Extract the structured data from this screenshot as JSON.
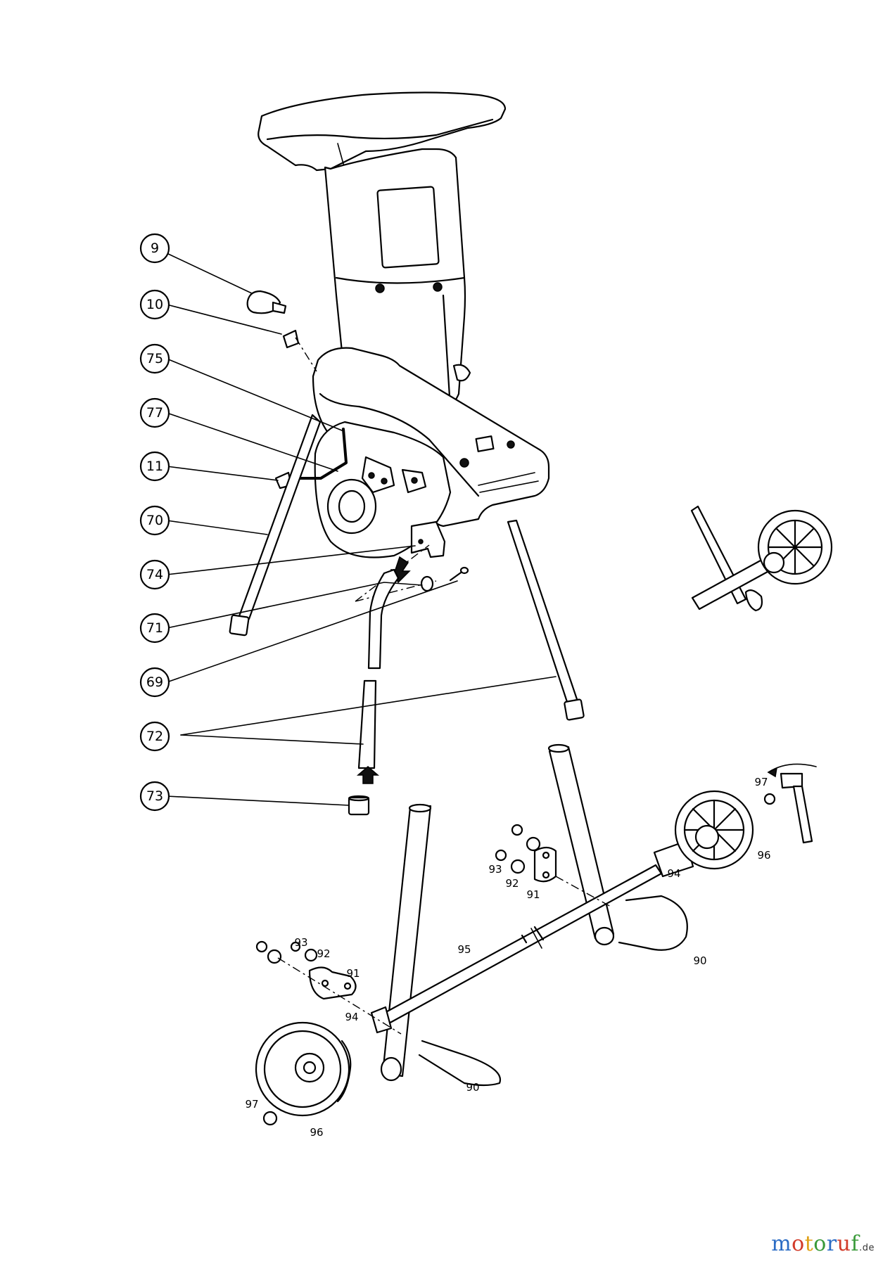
{
  "callouts": [
    {
      "id": "9",
      "label": "9"
    },
    {
      "id": "10",
      "label": "10"
    },
    {
      "id": "75",
      "label": "75"
    },
    {
      "id": "77",
      "label": "77"
    },
    {
      "id": "11",
      "label": "11"
    },
    {
      "id": "70",
      "label": "70"
    },
    {
      "id": "74",
      "label": "74"
    },
    {
      "id": "71",
      "label": "71"
    },
    {
      "id": "69",
      "label": "69"
    },
    {
      "id": "72",
      "label": "72"
    },
    {
      "id": "73",
      "label": "73"
    }
  ],
  "small_labels": {
    "right": {
      "l97": "97",
      "l96": "96",
      "l94": "94",
      "l93": "93",
      "l92": "92",
      "l91": "91",
      "l90": "90"
    },
    "left": {
      "l93": "93",
      "l92": "92",
      "l91": "91",
      "l95": "95",
      "l94": "94",
      "l97": "97",
      "l96": "96",
      "l90": "90"
    }
  },
  "watermark": {
    "letters": [
      "m",
      "o",
      "t",
      "o",
      "r",
      "u",
      "f"
    ],
    "colors": [
      "#2b6cc4",
      "#d23b2a",
      "#e0a21a",
      "#3a9a3a",
      "#2b6cc4",
      "#d23b2a",
      "#3a9a3a"
    ],
    "tld": ".de"
  }
}
